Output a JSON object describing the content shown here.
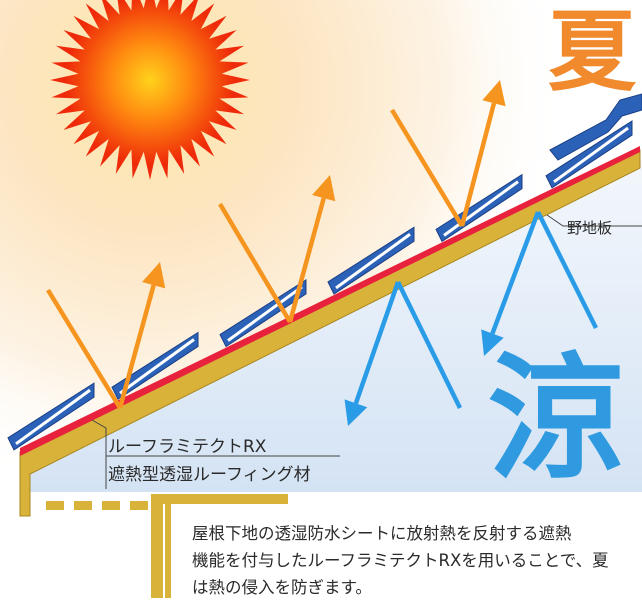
{
  "title_summer": "夏",
  "title_cool": "涼",
  "labels": {
    "roof_board": "野地板",
    "product_name": "ルーフラミテクトRX",
    "product_type": "遮熱型透湿ルーフィング材"
  },
  "description": [
    "屋根下地の透湿防水シートに放射熱を反射する遮熱",
    "機能を付与したルーフラミテクトRXを用いることで、夏",
    "は熱の侵入を防ぎます。"
  ],
  "colors": {
    "sun": "#f03a0c",
    "heat_arrow": "#f5951f",
    "cool_arrow": "#2a9be6",
    "roof_tile": "#2b62b8",
    "roofing_sheet": "#e8223c",
    "roof_board": "#d9b23a",
    "sky": "#dde9f6"
  },
  "icons": [
    "sun-icon"
  ]
}
